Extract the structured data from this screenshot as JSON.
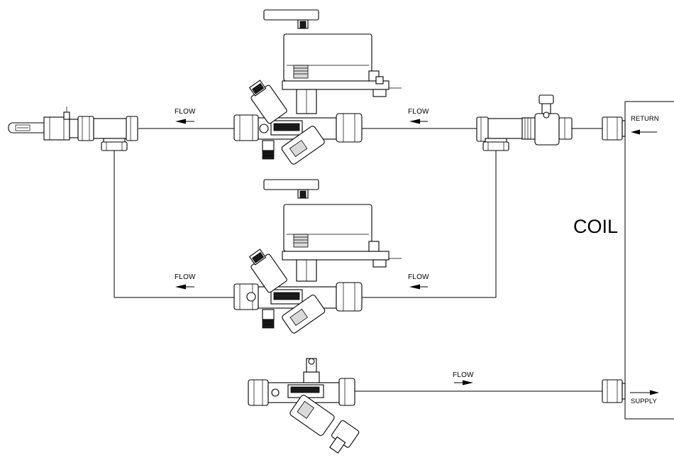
{
  "diagram": {
    "flow_labels": {
      "top_left": "FLOW",
      "top_right": "FLOW",
      "middle_left": "FLOW",
      "middle_right": "FLOW",
      "bottom": "FLOW"
    },
    "coil": {
      "label": "COIL",
      "return_label": "RETURN",
      "supply_label": "SUPPLY"
    }
  }
}
